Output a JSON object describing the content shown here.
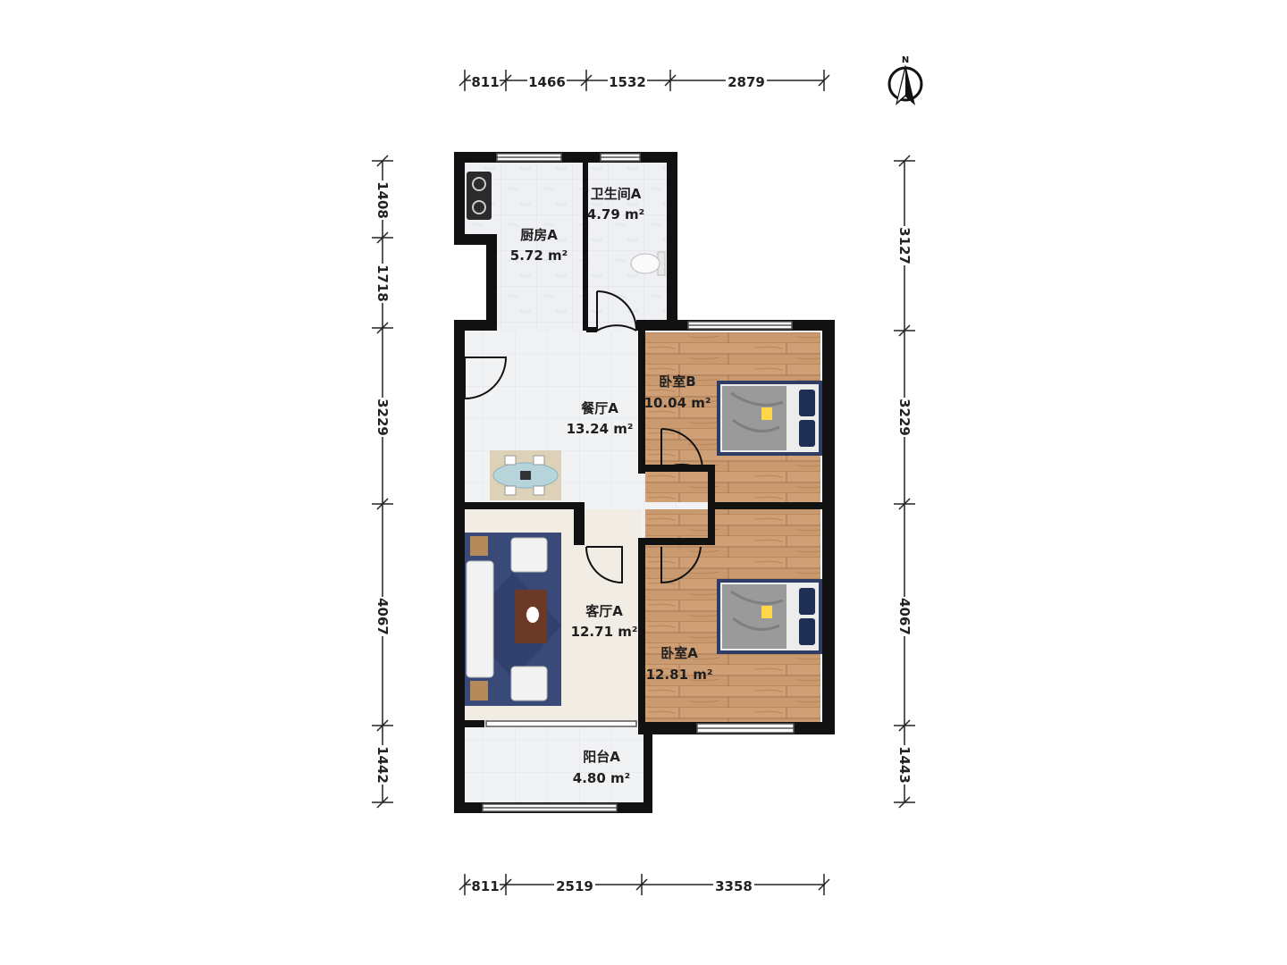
{
  "compass": {
    "label": "N",
    "icon": "north-arrow-icon"
  },
  "dimensions": {
    "top": [
      "811",
      "1466",
      "1532",
      "2879"
    ],
    "bottom": [
      "811",
      "2519",
      "3358"
    ],
    "left": [
      "1408",
      "1718",
      "3229",
      "4067",
      "1442"
    ],
    "right": [
      "3127",
      "3229",
      "4067",
      "1443"
    ]
  },
  "rooms": {
    "kitchen": {
      "name": "厨房A",
      "area": "5.72 m²"
    },
    "bathroom": {
      "name": "卫生间A",
      "area": "4.79 m²"
    },
    "dining": {
      "name": "餐厅A",
      "area": "13.24 m²"
    },
    "bedroom_b": {
      "name": "卧室B",
      "area": "10.04 m²"
    },
    "living": {
      "name": "客厅A",
      "area": "12.71 m²"
    },
    "bedroom_a": {
      "name": "卧室A",
      "area": "12.81 m²"
    },
    "balcony": {
      "name": "阳台A",
      "area": "4.80 m²"
    }
  },
  "colors": {
    "wall": "#111111",
    "tile": "#eceff2",
    "wood": "#c9956a",
    "rug": "#3a4a78"
  }
}
